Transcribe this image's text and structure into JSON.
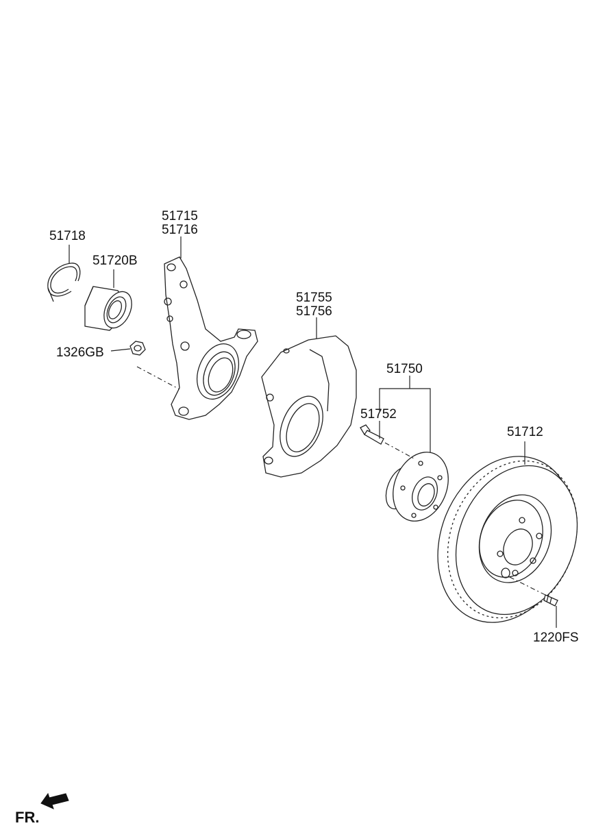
{
  "parts": [
    {
      "id": "snap-ring",
      "number": "51718"
    },
    {
      "id": "wheel-bearing",
      "number": "51720B"
    },
    {
      "id": "knuckle-line1",
      "number": "51715"
    },
    {
      "id": "knuckle-line2",
      "number": "51716"
    },
    {
      "id": "nut",
      "number": "1326GB"
    },
    {
      "id": "dust-cover-line1",
      "number": "51755"
    },
    {
      "id": "dust-cover-line2",
      "number": "51756"
    },
    {
      "id": "hub-assembly",
      "number": "51750"
    },
    {
      "id": "hub-bolt",
      "number": "51752"
    },
    {
      "id": "brake-disc",
      "number": "51712"
    },
    {
      "id": "disc-screw",
      "number": "1220FS"
    }
  ],
  "direction_label": "FR."
}
